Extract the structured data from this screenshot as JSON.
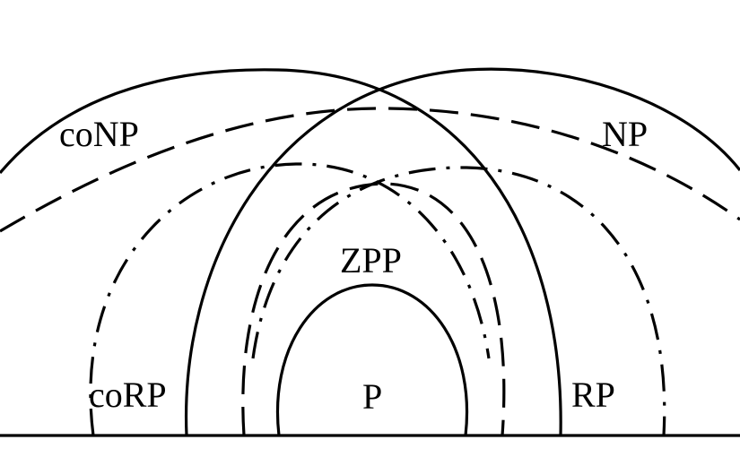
{
  "diagram": {
    "labels": {
      "conp": "coNP",
      "np": "NP",
      "zpp": "ZPP",
      "corp": "coRP",
      "rp": "RP",
      "p": "P"
    }
  }
}
